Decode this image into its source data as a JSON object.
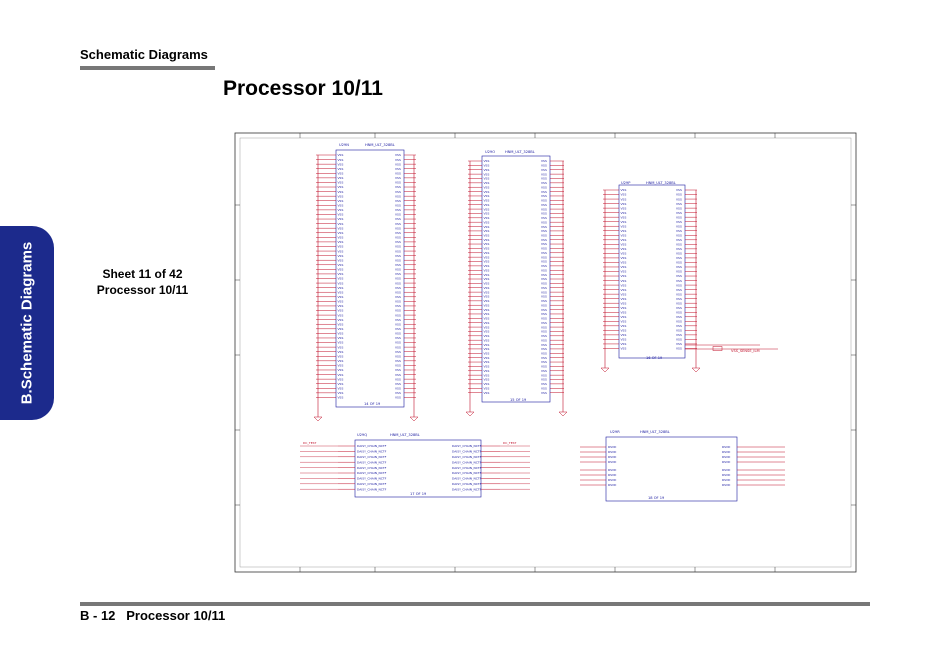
{
  "header": {
    "section": "Schematic  Diagrams"
  },
  "title": "Processor 10/11",
  "side_tab": "B.Schematic Diagrams",
  "sheet": {
    "line1": "Sheet 11 of 42",
    "line2": "Processor 10/11"
  },
  "footer": {
    "page_label": "B - 12",
    "page_title": "Processor 10/11"
  },
  "parts": [
    {
      "ref": "U29N",
      "part": "HNM_ULT_328BL",
      "unit": "14 OF 19",
      "pin_name": "VSS"
    },
    {
      "ref": "U29O",
      "part": "HNM_ULT_328BL",
      "unit": "15 OF 19",
      "pin_name": "VSS"
    },
    {
      "ref": "U29P",
      "part": "HNM_ULT_328BL",
      "unit": "16 OF 19",
      "pin_name": "VSS"
    },
    {
      "ref": "U29Q",
      "part": "HNM_ULT_328BL",
      "unit": "17 OF 19",
      "pin_name": "DAISY_CHAIN_NCTF"
    },
    {
      "ref": "U29R",
      "part": "HNM_ULT_328BL",
      "unit": "18 OF 19",
      "pin_name": "RSVD"
    }
  ],
  "net_labels": {
    "vss_sense": "VSS_SENSE_ILM",
    "dc_test": "DC_TEST"
  },
  "colors": {
    "tab": "#1c2a8c",
    "pin_line": "#c0102a",
    "part_text": "#1a1aa0",
    "bar": "#777777"
  }
}
